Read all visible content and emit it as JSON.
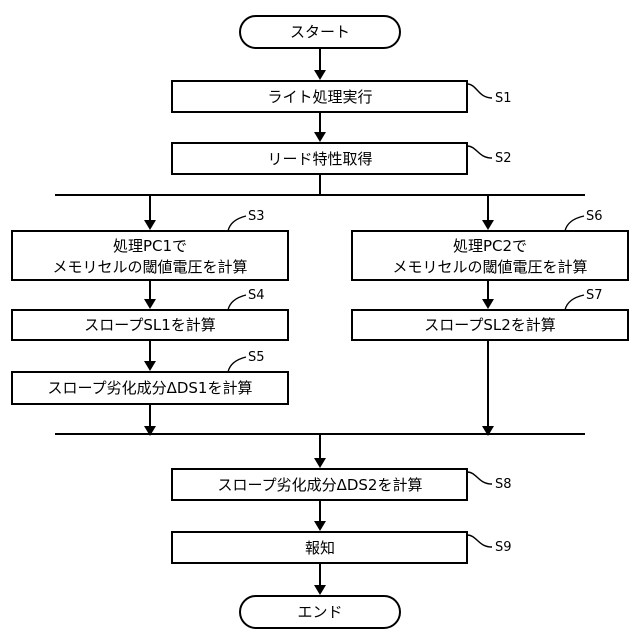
{
  "flowchart": {
    "start": "スタート",
    "end": "エンド",
    "steps": {
      "s1": {
        "label": "S1",
        "text": "ライト処理実行"
      },
      "s2": {
        "label": "S2",
        "text": "リード特性取得"
      },
      "s3": {
        "label": "S3",
        "line1": "処理PC1で",
        "line2": "メモリセルの閾値電圧を計算"
      },
      "s4": {
        "label": "S4",
        "text": "スロープSL1を計算"
      },
      "s5": {
        "label": "S5",
        "text": "スロープ劣化成分ΔDS1を計算"
      },
      "s6": {
        "label": "S6",
        "line1": "処理PC2で",
        "line2": "メモリセルの閾値電圧を計算"
      },
      "s7": {
        "label": "S7",
        "text": "スロープSL2を計算"
      },
      "s8": {
        "label": "S8",
        "text": "スロープ劣化成分ΔDS2を計算"
      },
      "s9": {
        "label": "S9",
        "text": "報知"
      }
    }
  }
}
